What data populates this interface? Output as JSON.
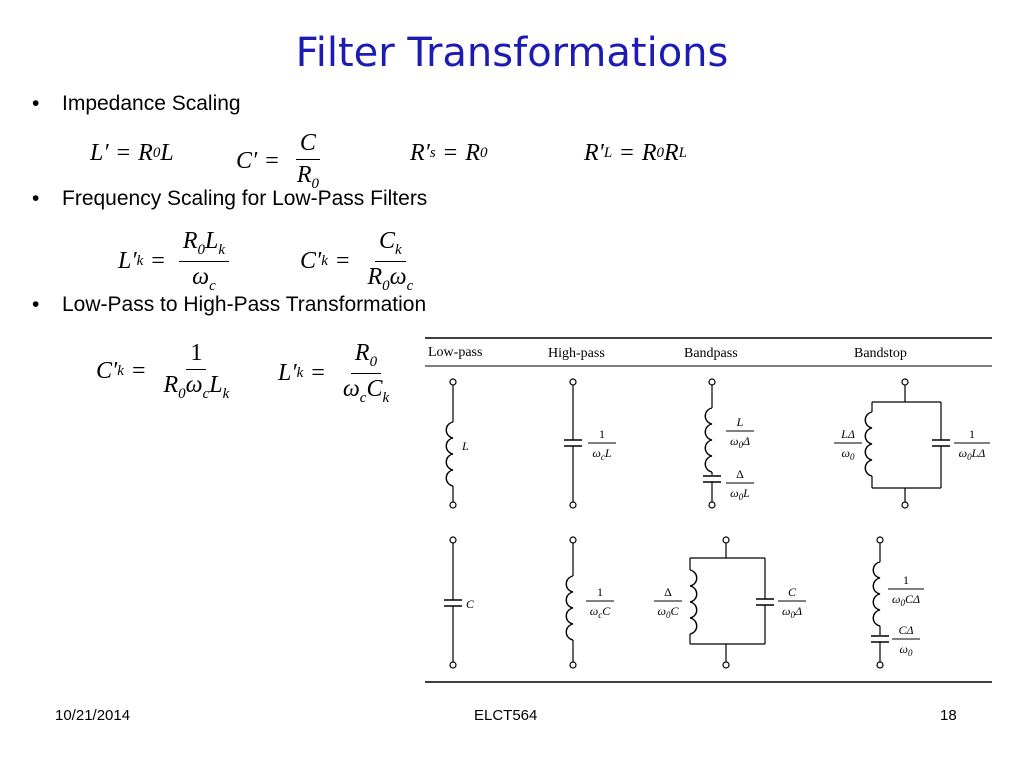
{
  "title": "Filter Transformations",
  "bullets": [
    {
      "dot": "•",
      "text": "Impedance Scaling"
    },
    {
      "dot": "•",
      "text": "Frequency Scaling for Low-Pass Filters"
    },
    {
      "dot": "•",
      "text": "Low-Pass to High-Pass Transformation"
    }
  ],
  "table": {
    "headers": [
      "Low-pass",
      "High-pass",
      "Bandpass",
      "Bandstop"
    ],
    "row1": {
      "lowpass": "L",
      "highpass": {
        "num": "1",
        "den": "ω_cL"
      },
      "bandpass_L": {
        "num": "L",
        "den": "ω_0Δ"
      },
      "bandpass_C": {
        "num": "Δ",
        "den": "ω_0L"
      },
      "bandstop_L": {
        "num": "LΔ",
        "den": "ω_0"
      },
      "bandstop_C": {
        "num": "1",
        "den": "ω_0LΔ"
      }
    },
    "row2": {
      "lowpass": "C",
      "highpass": {
        "num": "1",
        "den": "ω_cC"
      },
      "bandpass_L": {
        "num": "Δ",
        "den": "ω_0C"
      },
      "bandpass_C": {
        "num": "C",
        "den": "ω_0Δ"
      },
      "bandstop_L": {
        "num": "1",
        "den": "ω_0CΔ"
      },
      "bandstop_C": {
        "num": "CΔ",
        "den": "ω_0"
      }
    }
  },
  "footer": {
    "date": "10/21/2014",
    "course": "ELCT564",
    "page": "18"
  }
}
